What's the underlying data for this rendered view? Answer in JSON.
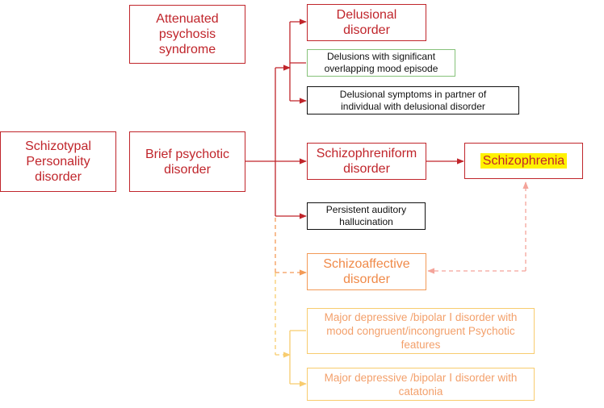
{
  "nodes": {
    "attenuated": "Attenuated psychosis syndrome",
    "schizotypal": "Schizotypal Personality disorder",
    "brief": "Brief psychotic disorder",
    "delusional": "Delusional disorder",
    "delusions_mood": "Delusions with significant overlapping mood episode",
    "delusional_partner": "Delusional symptoms in partner of individual with delusional disorder",
    "schizophreniform": "Schizophreniform disorder",
    "schizophrenia": "Schizophrenia",
    "auditory": "Persistent auditory hallucination",
    "schizoaffective": "Schizoaffective disorder",
    "mdd_psychotic": "Major depressive /bipolar Ⅰ disorder with mood congruent/incongruent Psychotic features",
    "mdd_catatonia": "Major depressive /bipolar Ⅰ disorder with catatonia"
  },
  "colors": {
    "red": "#c0252b",
    "black": "#111111",
    "green": "#86c27a",
    "orange": "#f39a57",
    "yellow": "#f8cc6e",
    "pink_dashed": "#f4a49a",
    "highlight": "#fff200"
  }
}
